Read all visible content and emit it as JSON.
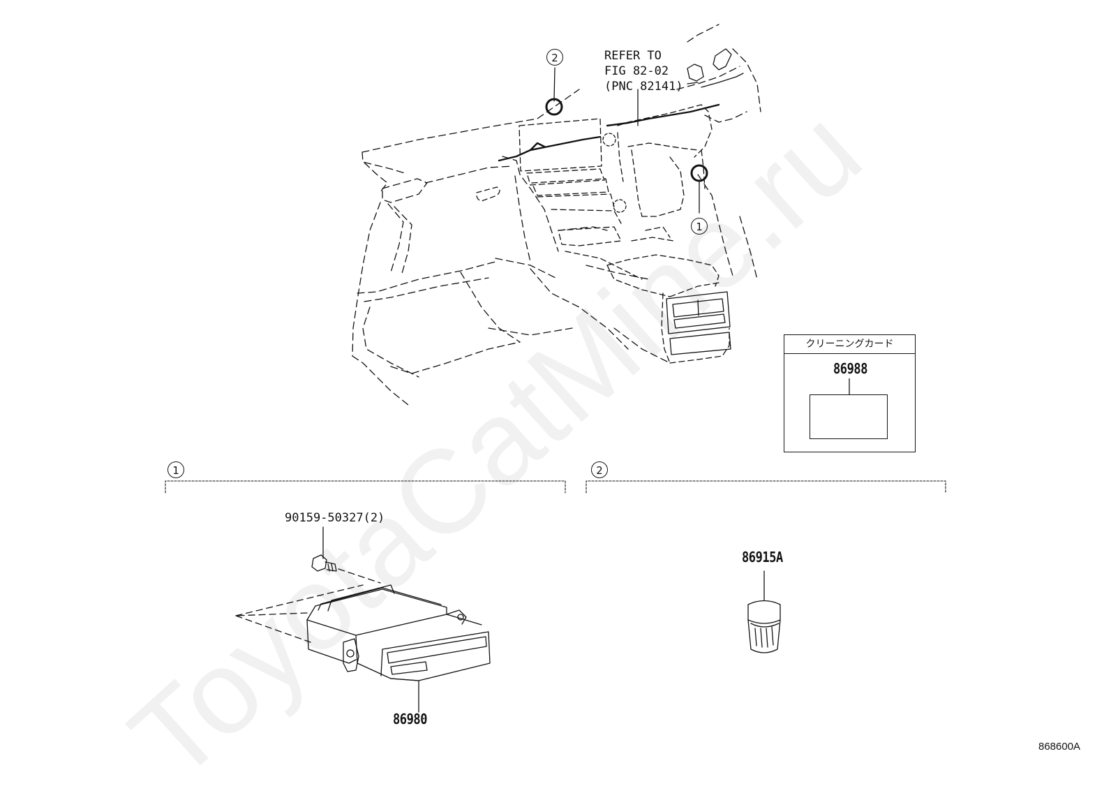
{
  "callouts": {
    "one": "1",
    "two": "2"
  },
  "refer_note": {
    "line1": "REFER TO",
    "line2": "FIG 82-02",
    "line3": "(PNC 82141)"
  },
  "cleaning_card": {
    "header": "クリーニングカード",
    "part_no": "86988"
  },
  "sections": {
    "one": {
      "number": "1",
      "screw_part": "90159-50327(2)",
      "module_part": "86980"
    },
    "two": {
      "number": "2",
      "part": "86915A"
    }
  },
  "figure_code": "868600A",
  "watermark": "ToyotaCatMine.ru"
}
